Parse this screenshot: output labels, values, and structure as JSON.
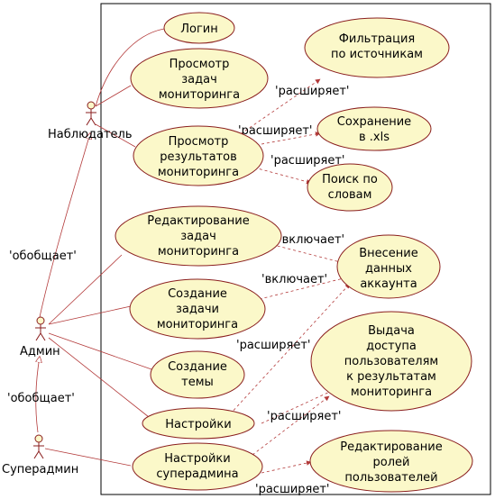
{
  "actors": {
    "observer": "Наблюдатель",
    "admin": "Админ",
    "superadmin": "Суперадмин"
  },
  "use_cases": {
    "login": "Логин",
    "view_tasks": [
      "Просмотр",
      "задач",
      "мониторинга"
    ],
    "view_results": [
      "Просмотр",
      "результатов",
      "мониторинга"
    ],
    "filter_sources": [
      "Фильтрация",
      "по источникам"
    ],
    "save_xls": [
      "Сохранение",
      "в .xls"
    ],
    "search_words": [
      "Поиск по",
      "словам"
    ],
    "edit_tasks": [
      "Редактирование",
      "задач",
      "мониторинга"
    ],
    "enter_account": [
      "Внесение",
      "данных",
      "аккаунта"
    ],
    "create_task": [
      "Создание",
      "задачи",
      "мониторинга"
    ],
    "create_topic": [
      "Создание",
      "темы"
    ],
    "settings": "Настройки",
    "grant_access": [
      "Выдача",
      "доступа",
      "пользователям",
      "к результатам",
      "мониторинга"
    ],
    "superadmin_settings": [
      "Настройки",
      "суперадмина"
    ],
    "edit_roles": [
      "Редактирование",
      "ролей",
      "пользователей"
    ]
  },
  "edge_labels": {
    "extends": "'расширяет'",
    "includes": "'включает'",
    "generalizes": "'обобщает'"
  },
  "colors": {
    "use_case_fill": "#fbf8c9",
    "stroke": "#8a1e1e",
    "edge": "#b33a3a"
  }
}
